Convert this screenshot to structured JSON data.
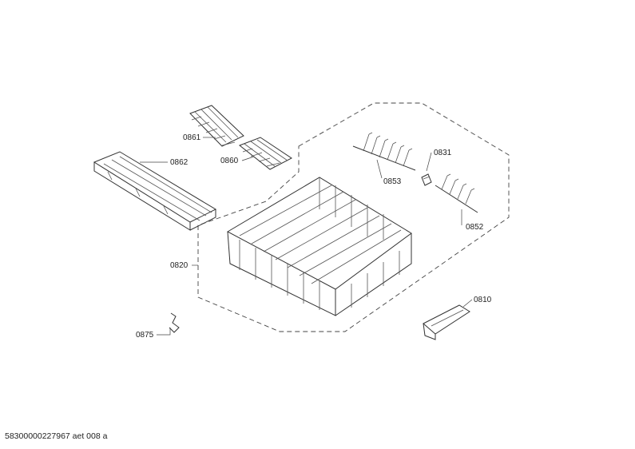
{
  "parts": [
    {
      "id": "p0861",
      "number": "0861",
      "name": "part-0861-label"
    },
    {
      "id": "p0860",
      "number": "0860",
      "name": "part-0860-label"
    },
    {
      "id": "p0862",
      "number": "0862",
      "name": "part-0862-label"
    },
    {
      "id": "p0831",
      "number": "0831",
      "name": "part-0831-label"
    },
    {
      "id": "p0853",
      "number": "0853",
      "name": "part-0853-label"
    },
    {
      "id": "p0852",
      "number": "0852",
      "name": "part-0852-label"
    },
    {
      "id": "p0820",
      "number": "0820",
      "name": "part-0820-label"
    },
    {
      "id": "p0810",
      "number": "0810",
      "name": "part-0810-label"
    },
    {
      "id": "p0875",
      "number": "0875",
      "name": "part-0875-label"
    }
  ],
  "footer": {
    "document_id": "58300000227967 aet 008 a"
  }
}
